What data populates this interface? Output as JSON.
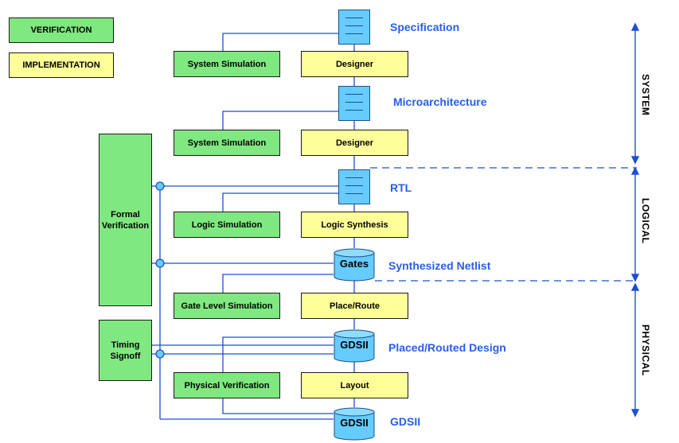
{
  "legend": {
    "verification": "VERIFICATION",
    "implementation": "IMPLEMENTATION"
  },
  "stages": {
    "specification": "Specification",
    "microarchitecture": "Microarchitecture",
    "rtl": "RTL",
    "synthesized_netlist": "Synthesized Netlist",
    "placed_routed_design": "Placed/Routed Design",
    "gdsii": "GDSII"
  },
  "implementation_boxes": {
    "designer_1": "Designer",
    "designer_2": "Designer",
    "logic_synthesis": "Logic Synthesis",
    "place_route": "Place/Route",
    "layout": "Layout"
  },
  "verification_boxes": {
    "system_simulation_1": "System Simulation",
    "system_simulation_2": "System Simulation",
    "logic_simulation": "Logic Simulation",
    "gate_level_simulation": "Gate Level Simulation",
    "physical_verification": "Physical Verification",
    "formal_verification": "Formal Verification",
    "timing_signoff": "Timing Signoff"
  },
  "databases": {
    "gates": "Gates",
    "gdsii_1": "GDSII",
    "gdsii_2": "GDSII"
  },
  "levels": {
    "system": "SYSTEM",
    "logical": "LOGICAL",
    "physical": "PHYSICAL"
  },
  "colors": {
    "verification": "#80e880",
    "implementation": "#ffff99",
    "artifact": "#66ccff",
    "label": "#2a5ee8",
    "arrow": "#1f4fd0"
  }
}
